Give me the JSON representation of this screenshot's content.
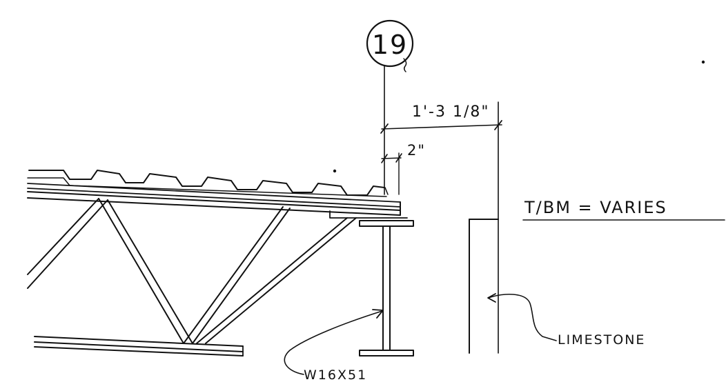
{
  "detail": {
    "grid_bubble": "19",
    "dimensions": {
      "overall": "1'-3 1/8\"",
      "small": "2\""
    },
    "notes": {
      "top_of_beam": "T/BM = VARIES",
      "beam": "W16X51",
      "wall": "LIMESTONE"
    }
  },
  "colors": {
    "ink": "#111111",
    "paper": "#ffffff"
  }
}
